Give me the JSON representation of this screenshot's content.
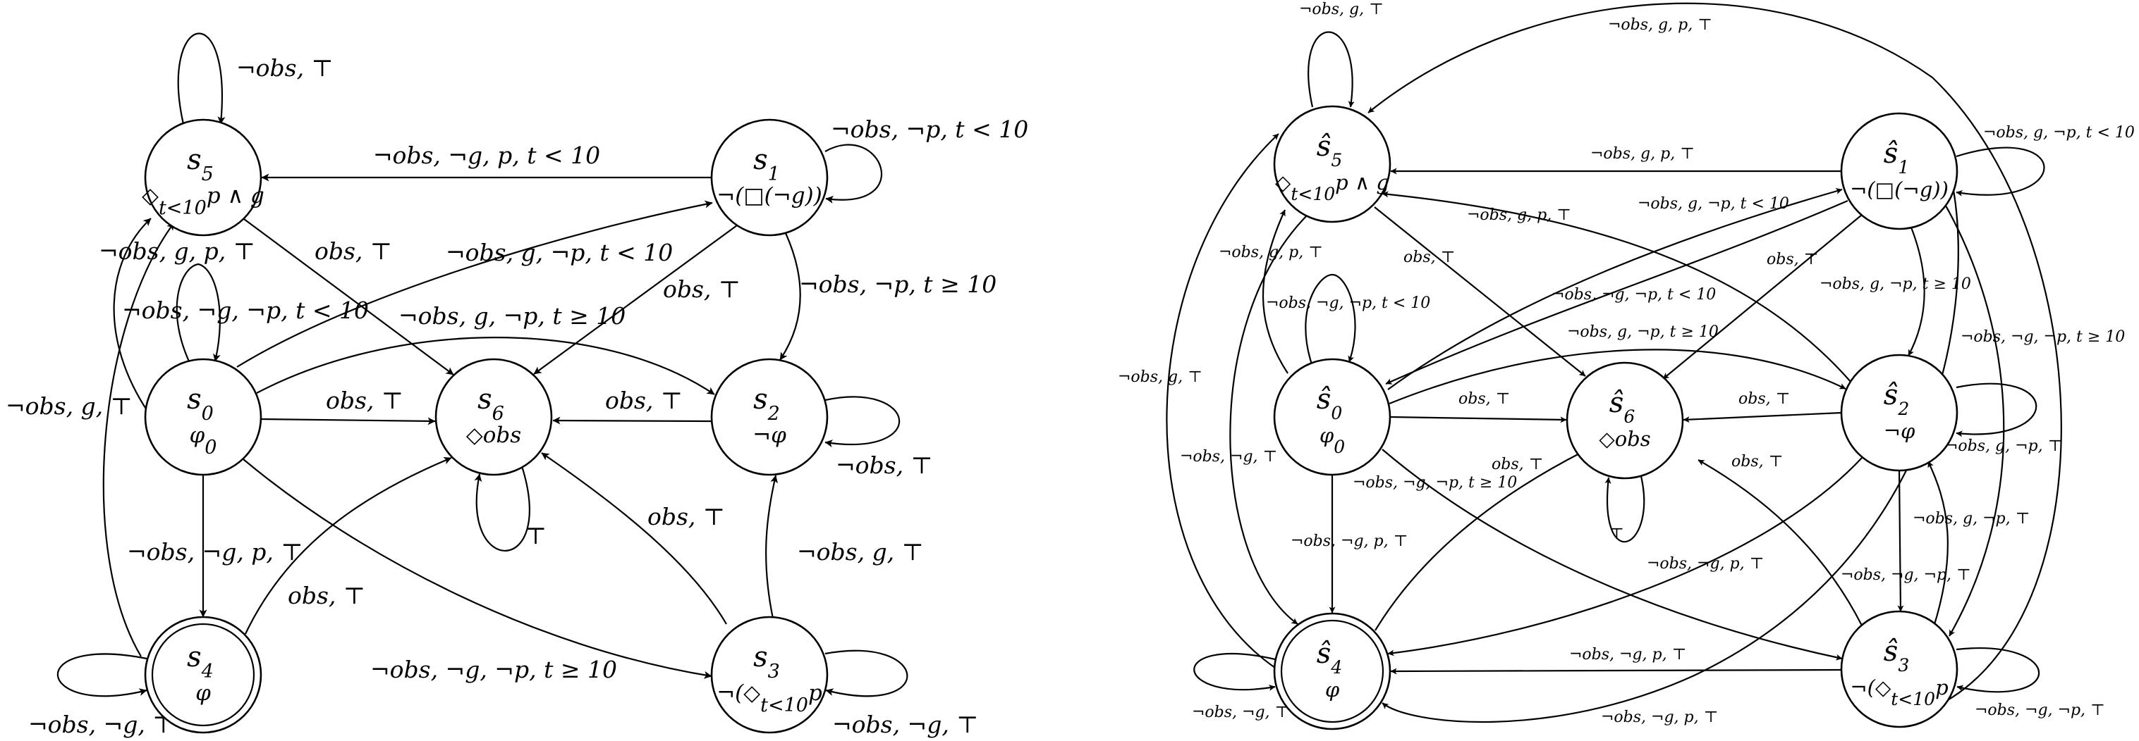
{
  "diagrams": [
    {
      "states": [
        {
          "id": "s5",
          "name": "s",
          "sub": "5",
          "formula": "◇t<10p ∧ g"
        },
        {
          "id": "s1",
          "name": "s",
          "sub": "1",
          "formula": "¬(□(¬g))"
        },
        {
          "id": "s0",
          "name": "s",
          "sub": "0",
          "formula": "φ0"
        },
        {
          "id": "s6",
          "name": "s",
          "sub": "6",
          "formula": "◇obs"
        },
        {
          "id": "s2",
          "name": "s",
          "sub": "2",
          "formula": "¬φ"
        },
        {
          "id": "s4",
          "name": "s",
          "sub": "4",
          "formula": "φ",
          "accepting": true
        },
        {
          "id": "s3",
          "name": "s",
          "sub": "3",
          "formula": "¬(◇t<10p"
        }
      ],
      "edges": [
        {
          "from": "s5",
          "to": "s5",
          "label": "¬obs, ⊤"
        },
        {
          "from": "s1",
          "to": "s5",
          "label": "¬obs, ¬g, p, t < 10"
        },
        {
          "from": "s1",
          "to": "s1",
          "label": "¬obs, ¬p, t < 10"
        },
        {
          "from": "s0",
          "to": "s5",
          "label": "¬obs, g, p, ⊤"
        },
        {
          "from": "s5",
          "to": "s6",
          "label": "obs, ⊤"
        },
        {
          "from": "s0",
          "to": "s1",
          "label": "¬obs, g, ¬p, t < 10"
        },
        {
          "from": "s1",
          "to": "s6",
          "label": "obs, ⊤"
        },
        {
          "from": "s1",
          "to": "s2",
          "label": "¬obs, ¬p, t ≥ 10"
        },
        {
          "from": "s0",
          "to": "s0",
          "label": "¬obs, ¬g, ¬p, t < 10"
        },
        {
          "from": "s0",
          "to": "s2",
          "label": "¬obs, g, ¬p, t ≥ 10"
        },
        {
          "from": "s4",
          "to": "s5",
          "label": "¬obs, g, ⊤"
        },
        {
          "from": "s0",
          "to": "s6",
          "label": "obs, ⊤"
        },
        {
          "from": "s2",
          "to": "s6",
          "label": "obs, ⊤"
        },
        {
          "from": "s2",
          "to": "s2",
          "label": "¬obs, ⊤"
        },
        {
          "from": "s6",
          "to": "s6",
          "label": "⊤"
        },
        {
          "from": "s3",
          "to": "s6",
          "label": "obs, ⊤"
        },
        {
          "from": "s0",
          "to": "s4",
          "label": "¬obs, ¬g, p, ⊤"
        },
        {
          "from": "s3",
          "to": "s2",
          "label": "¬obs, g, ⊤"
        },
        {
          "from": "s4",
          "to": "s6",
          "label": "obs, ⊤"
        },
        {
          "from": "s0",
          "to": "s3",
          "label": "¬obs, ¬g, ¬p, t ≥ 10"
        },
        {
          "from": "s4",
          "to": "s4",
          "label": "¬obs, ¬g, ⊤"
        },
        {
          "from": "s3",
          "to": "s3",
          "label": "¬obs, ¬g, ⊤"
        }
      ]
    },
    {
      "states": [
        {
          "id": "h5",
          "name": "ŝ",
          "sub": "5",
          "formula": "◇t<10p ∧ g"
        },
        {
          "id": "h1",
          "name": "ŝ",
          "sub": "1",
          "formula": "¬(□(¬g))"
        },
        {
          "id": "h0",
          "name": "ŝ",
          "sub": "0",
          "formula": "φ0"
        },
        {
          "id": "h6",
          "name": "ŝ",
          "sub": "6",
          "formula": "◇obs"
        },
        {
          "id": "h2",
          "name": "ŝ",
          "sub": "2",
          "formula": "¬φ"
        },
        {
          "id": "h4",
          "name": "ŝ",
          "sub": "4",
          "formula": "φ",
          "accepting": true
        },
        {
          "id": "h3",
          "name": "ŝ",
          "sub": "3",
          "formula": "¬(◇t<10p"
        }
      ],
      "edges": [
        {
          "from": "h5",
          "to": "h5",
          "label": "¬obs, g, ⊤"
        },
        {
          "from": "h3",
          "to": "h5",
          "label": "¬obs, g, p, ⊤"
        },
        {
          "from": "h1",
          "to": "h1",
          "label": "¬obs, g, ¬p, t < 10"
        },
        {
          "from": "h1",
          "to": "h5",
          "label": "¬obs, g, p, ⊤"
        },
        {
          "from": "h0",
          "to": "h1",
          "label": "¬obs, g, ¬p, t < 10"
        },
        {
          "from": "h2",
          "to": "h5",
          "label": "¬obs, g, p, ⊤"
        },
        {
          "from": "h0",
          "to": "h5",
          "label": "¬obs, g, p, ⊤"
        },
        {
          "from": "h5",
          "to": "h6",
          "label": "obs, ⊤"
        },
        {
          "from": "h1",
          "to": "h6",
          "label": "obs, ⊤"
        },
        {
          "from": "h1",
          "to": "h2",
          "label": "¬obs, g, ¬p, t ≥ 10"
        },
        {
          "from": "h0",
          "to": "h0",
          "label": "¬obs, ¬g, ¬p, t < 10"
        },
        {
          "from": "h1",
          "to": "h0",
          "label": "¬obs, ¬g, ¬p, t < 10"
        },
        {
          "from": "h0",
          "to": "h2",
          "label": "¬obs, g, ¬p, t ≥ 10"
        },
        {
          "from": "h1",
          "to": "h3",
          "label": "¬obs, ¬g, ¬p, t ≥ 10"
        },
        {
          "from": "h4",
          "to": "h5",
          "label": "¬obs, g, ⊤"
        },
        {
          "from": "h0",
          "to": "h6",
          "label": "obs, ⊤"
        },
        {
          "from": "h2",
          "to": "h6",
          "label": "obs, ⊤"
        },
        {
          "from": "h2",
          "to": "h2",
          "label": "¬obs, g, ¬p, ⊤"
        },
        {
          "from": "h5",
          "to": "h4",
          "label": "¬obs, ¬g, ⊤"
        },
        {
          "from": "h0",
          "to": "h3",
          "label": "¬obs, ¬g, ¬p, t ≥ 10"
        },
        {
          "from": "h4",
          "to": "h6",
          "label": "obs, ⊤"
        },
        {
          "from": "h3",
          "to": "h6",
          "label": "obs, ⊤"
        },
        {
          "from": "h6",
          "to": "h6",
          "label": "⊤"
        },
        {
          "from": "h0",
          "to": "h4",
          "label": "¬obs, ¬g, p, ⊤"
        },
        {
          "from": "h2",
          "to": "h4",
          "label": "¬obs, ¬g, p, ⊤"
        },
        {
          "from": "h3",
          "to": "h2",
          "label": "¬obs, g, ¬p, ⊤"
        },
        {
          "from": "h2",
          "to": "h3",
          "label": "¬obs, ¬g, ¬p, ⊤"
        },
        {
          "from": "h3",
          "to": "h4",
          "label": "¬obs, ¬g, p, ⊤"
        },
        {
          "from": "h4",
          "to": "h4",
          "label": "¬obs, ¬g, ⊤"
        },
        {
          "from": "h3",
          "to": "h3",
          "label": "¬obs, ¬g, ¬p, ⊤"
        },
        {
          "from": "h4",
          "to": "h1",
          "label": "¬obs, ¬g, p, ⊤"
        }
      ]
    }
  ]
}
